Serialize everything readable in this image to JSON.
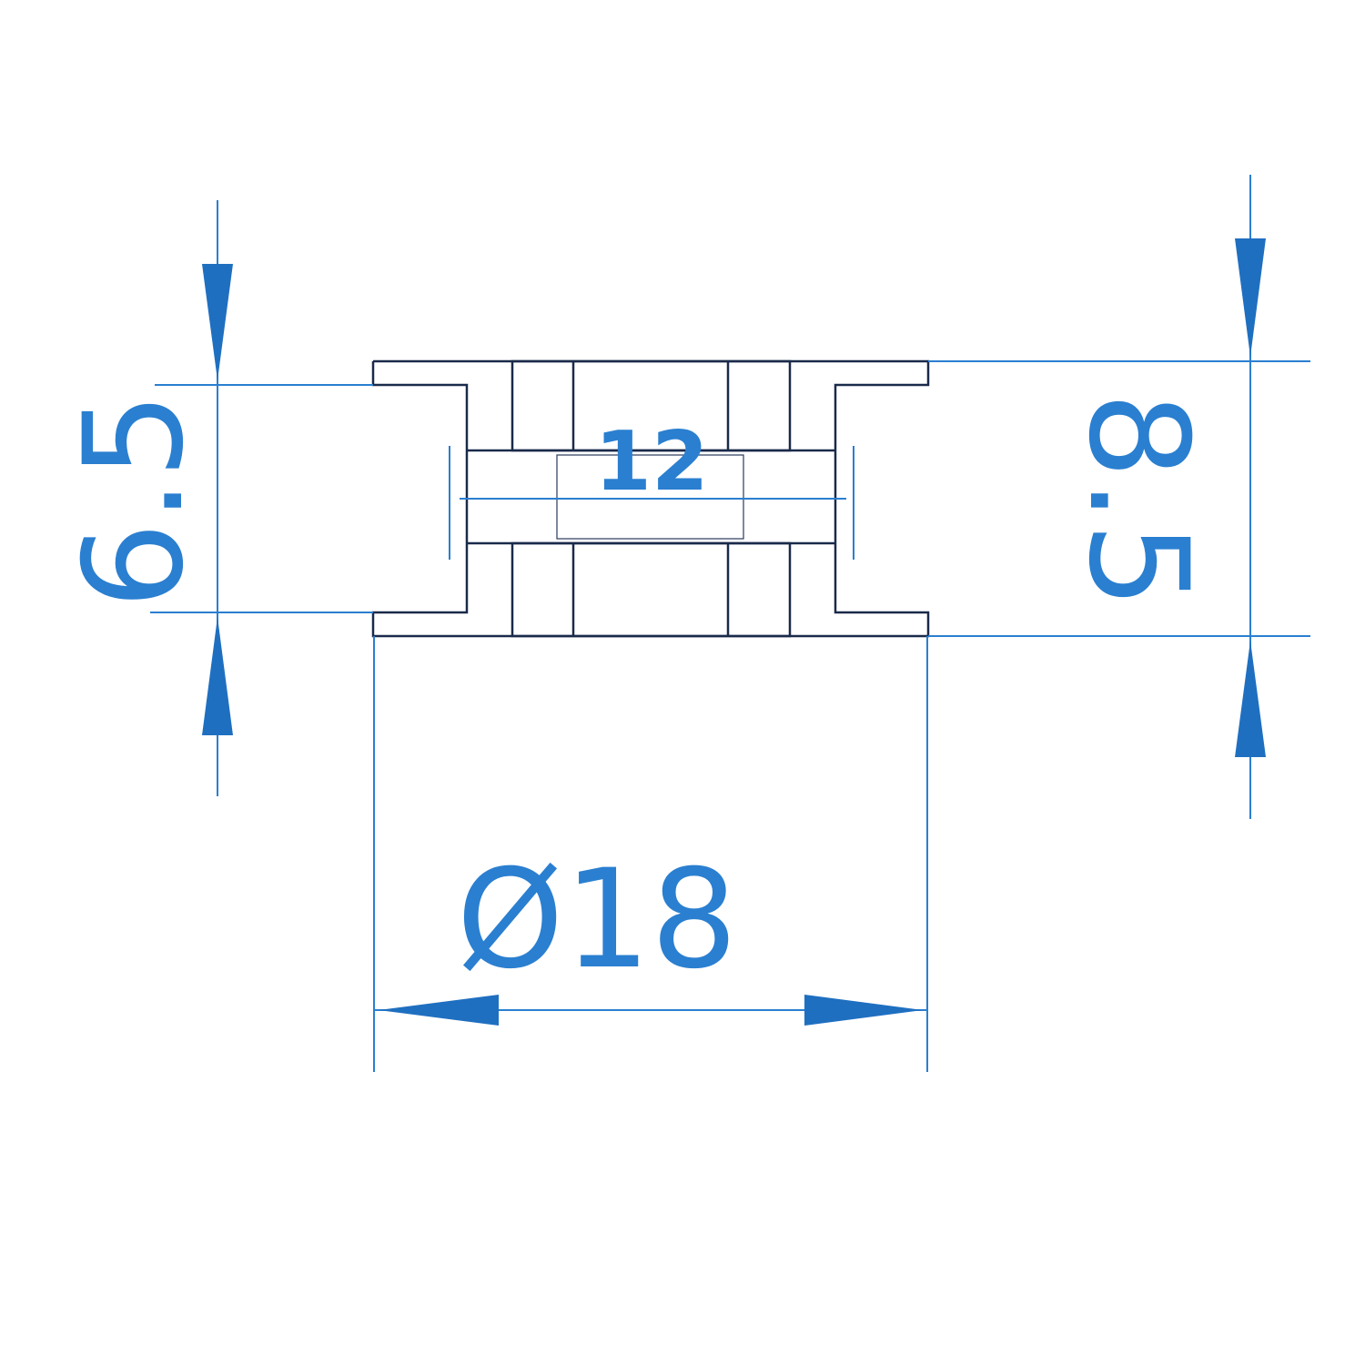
{
  "drawing": {
    "dimensions": {
      "hub_width": "6.5",
      "flange_width": "8.5",
      "bore": "12",
      "outer_diameter": "Ø18"
    },
    "colors": {
      "dimension": "#2a7fd0",
      "arrow": "#1f6fc0",
      "outline": "#1a2a4a",
      "background": "#ffffff"
    }
  }
}
